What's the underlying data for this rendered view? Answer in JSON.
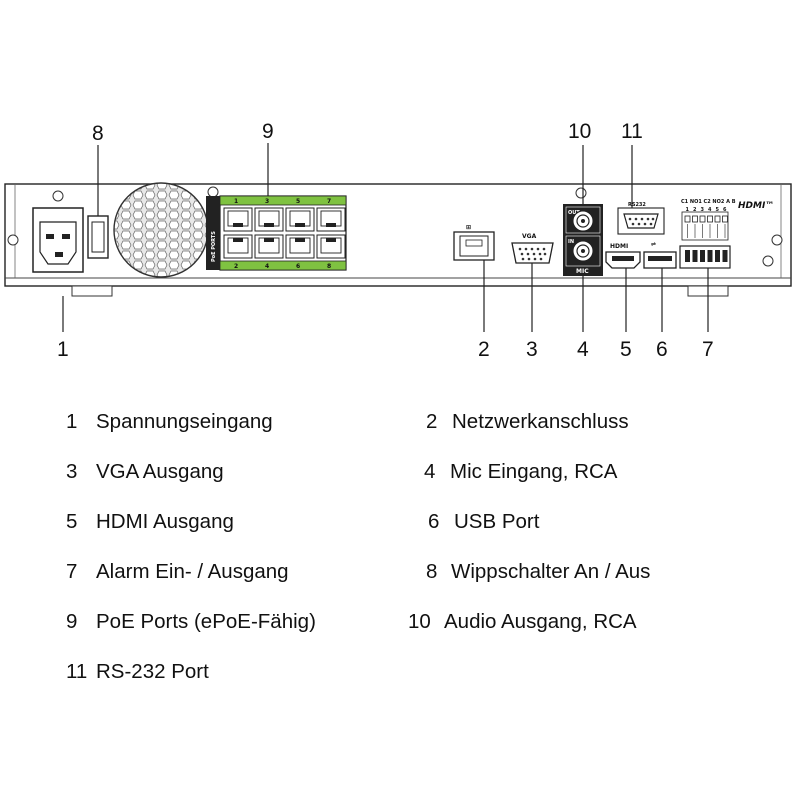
{
  "callouts": [
    "1",
    "2",
    "3",
    "4",
    "5",
    "6",
    "7",
    "8",
    "9",
    "10",
    "11"
  ],
  "panel": {
    "vga_label": "VGA",
    "rs232_label": "RS232",
    "hdmi_small_label": "HDMI",
    "hdmi_logo": "HDMI™",
    "out_label": "OUT",
    "in_label": "IN",
    "mic_label": "MIC",
    "poe_label": "PoE PORTS",
    "port_numbers_top": [
      "1",
      "3",
      "5",
      "7"
    ],
    "port_numbers_bottom": [
      "2",
      "4",
      "6",
      "8"
    ],
    "alarm_header": "C1 NO1 C2 NO2  A   B",
    "alarm_numbers": [
      "1",
      "2",
      "3",
      "4",
      "5",
      "6"
    ],
    "accent_green": "#7fc241"
  },
  "legend": [
    {
      "num": "1",
      "text": "Spannungseingang"
    },
    {
      "num": "2",
      "text": "Netzwerkanschluss"
    },
    {
      "num": "3",
      "text": "VGA Ausgang"
    },
    {
      "num": "4",
      "text": "Mic Eingang, RCA"
    },
    {
      "num": "5",
      "text": "HDMI Ausgang"
    },
    {
      "num": "6",
      "text": "USB Port"
    },
    {
      "num": "7",
      "text": "Alarm Ein- / Ausgang"
    },
    {
      "num": "8",
      "text": "Wippschalter An / Aus"
    },
    {
      "num": "9",
      "text": "PoE Ports (ePoE-Fähig)"
    },
    {
      "num": "10",
      "text": "Audio Ausgang, RCA"
    },
    {
      "num": "11",
      "text": "RS-232 Port"
    }
  ]
}
